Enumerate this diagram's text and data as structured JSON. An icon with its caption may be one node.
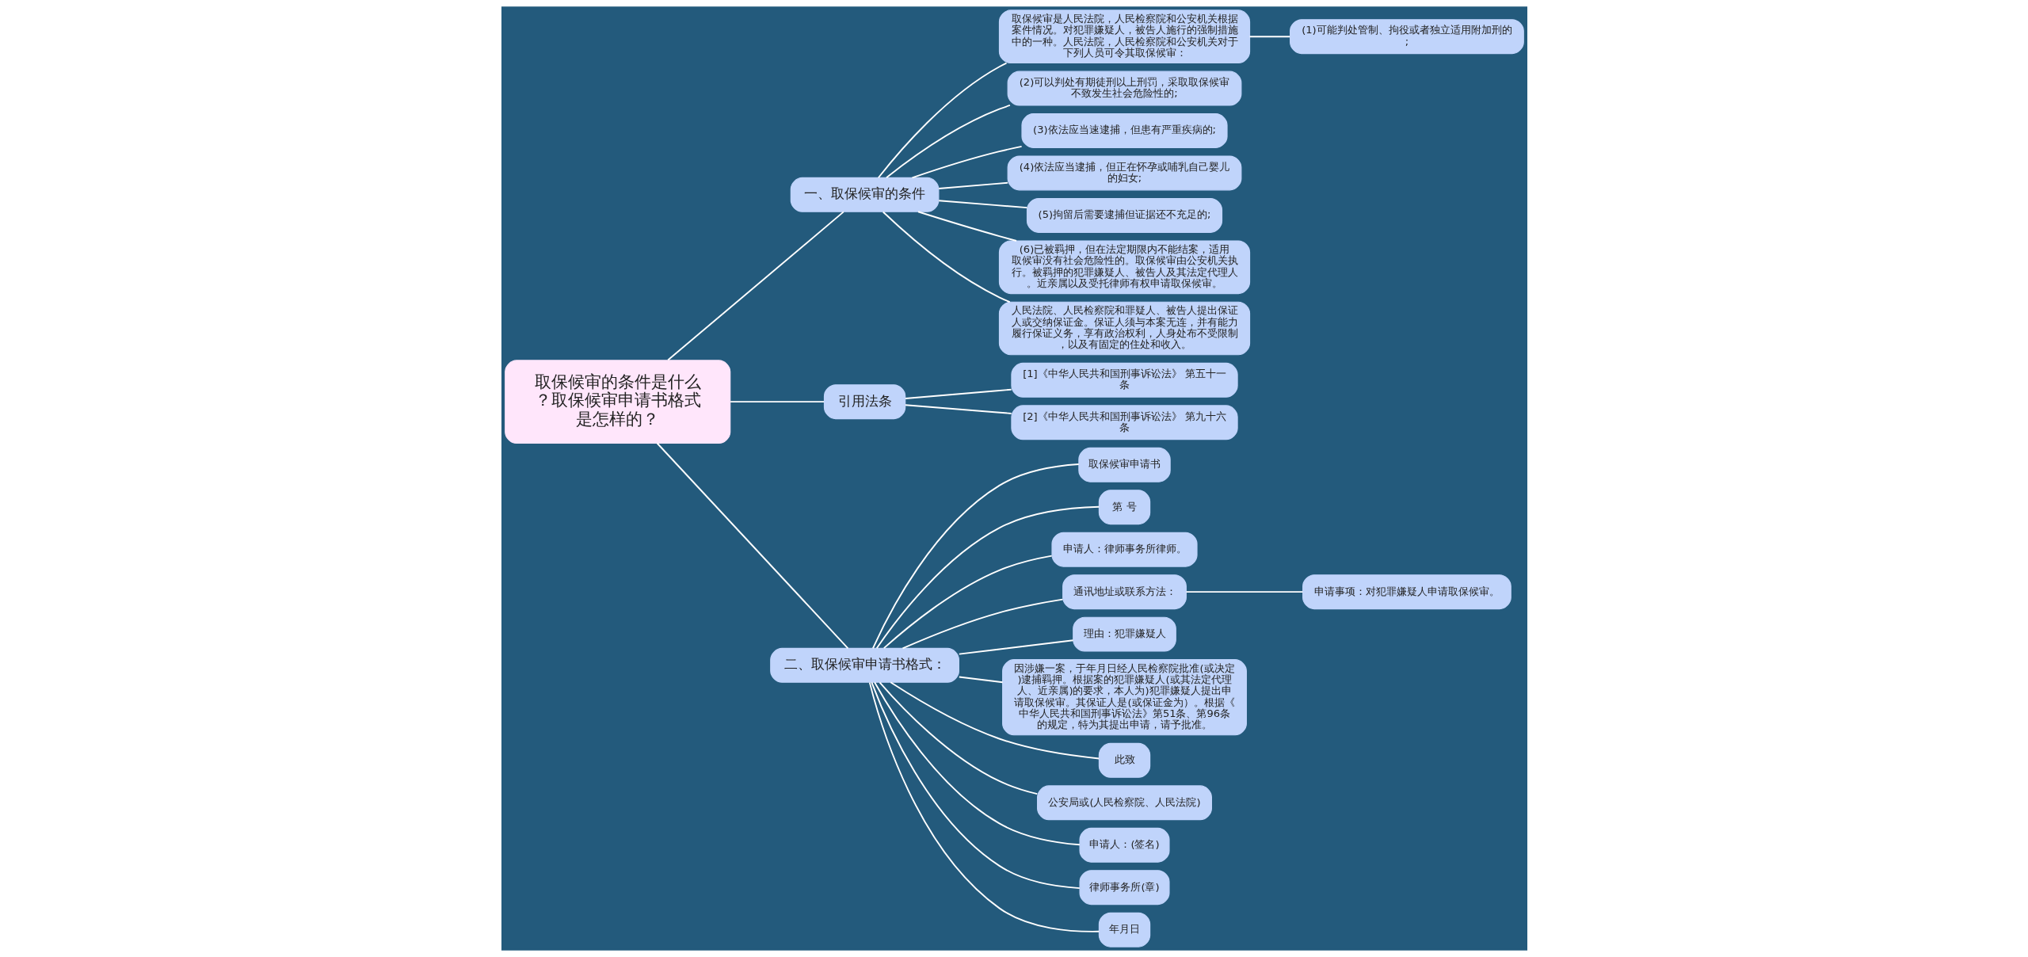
{
  "diagram": {
    "nodes": [
      {
        "text": [
          "取保候审的条件是什么？取保候审申请书格式是怎样的？"
        ]
      },
      {
        "text": [
          "一、取保候审的条件"
        ]
      },
      {
        "text": [
          "取保候审是人民法院，人民检察院和公安机关根据案件情况。对犯罪嫌疑人，被告人施行的强制措施中的一种。人民法院，人民检察院和公安机关对于下列人员可令其取保候审："
        ]
      },
      {
        "text": [
          "(1)可能判处管制、拘役或者独立适用附加刑的;"
        ]
      },
      {
        "text": [
          "(2)可以判处有期徒刑以上刑罚，采取取保候审不致发生社会危险性的;"
        ]
      },
      {
        "text": [
          "(3)依法应当速逮捕，但患有严重疾病的;"
        ]
      },
      {
        "text": [
          "(4)依法应当逮捕，但正在怀孕或哺乳自己婴儿的妇女;"
        ]
      },
      {
        "text": [
          "(5)拘留后需要逮捕但证据还不充足的;"
        ]
      },
      {
        "text": [
          "(6)已被羁押，但在法定期限内不能结案，适用取候审没有社会危险性的。取保候审由公安机关执行。被羁押的犯罪嫌疑人、被告人及其法定代理人。近亲属以及受托律师有权申请取保候审。"
        ]
      },
      {
        "text": [
          "人民法院、人民检察院和罪疑人、被告人提出保证人或交纳保证金。保证人须与本案无连，并有能力履行保证义务，享有政治权利，人身处布不受限制，以及有固定的住处和收入。"
        ]
      },
      {
        "text": [
          "引用法条"
        ]
      },
      {
        "text": [
          "[1]《中华人民共和国刑事诉讼法》 第五十一条"
        ]
      },
      {
        "text": [
          "[2]《中华人民共和国刑事诉讼法》 第九十六条"
        ]
      },
      {
        "text": [
          "二、取保候审申请书格式："
        ]
      },
      {
        "text": [
          "取保候审申请书"
        ]
      },
      {
        "text": [
          "第 号"
        ]
      },
      {
        "text": [
          "申请人：律师事务所律师。"
        ]
      },
      {
        "text": [
          "通讯地址或联系方法："
        ]
      },
      {
        "text": [
          "申请事项：对犯罪嫌疑人申请取保候审。"
        ]
      },
      {
        "text": [
          "理由：犯罪嫌疑人"
        ]
      },
      {
        "text": [
          "因涉嫌一案，于年月日经人民检察院批准(或决定)逮捕羁押。根据案的犯罪嫌疑人(或其法定代理人、近亲属)的要求，本人为)犯罪嫌疑人提出申请取保候审。其保证人是(或保证金为）。根据《中华人民共和国刑事诉讼法》第51条、第96条的规定，特为其提出申请，请予批准。"
        ]
      },
      {
        "text": [
          "此致"
        ]
      },
      {
        "text": [
          "公安局或(人民检察院、人民法院)"
        ]
      },
      {
        "text": [
          "申请人：(签名)"
        ]
      },
      {
        "text": [
          "律师事务所(章)"
        ]
      },
      {
        "text": [
          "年月日"
        ]
      }
    ],
    "edges": [
      {
        "from": 0,
        "to": 1,
        "arrow": "none"
      },
      {
        "from": 1,
        "to": 2,
        "arrow": "none"
      },
      {
        "from": 2,
        "to": 3,
        "arrow": "none"
      },
      {
        "from": 1,
        "to": 4,
        "arrow": "none"
      },
      {
        "from": 1,
        "to": 5,
        "arrow": "none"
      },
      {
        "from": 1,
        "to": 6,
        "arrow": "none"
      },
      {
        "from": 1,
        "to": 7,
        "arrow": "none"
      },
      {
        "from": 1,
        "to": 8,
        "arrow": "none"
      },
      {
        "from": 1,
        "to": 9,
        "arrow": "none"
      },
      {
        "from": 0,
        "to": 10,
        "arrow": "none"
      },
      {
        "from": 10,
        "to": 11,
        "arrow": "none"
      },
      {
        "from": 10,
        "to": 12,
        "arrow": "none"
      },
      {
        "from": 0,
        "to": 13,
        "arrow": "none"
      },
      {
        "from": 13,
        "to": 14,
        "arrow": "none"
      },
      {
        "from": 13,
        "to": 15,
        "arrow": "none"
      },
      {
        "from": 13,
        "to": 16,
        "arrow": "none"
      },
      {
        "from": 13,
        "to": 17,
        "arrow": "none"
      },
      {
        "from": 17,
        "to": 18,
        "arrow": "none"
      },
      {
        "from": 13,
        "to": 19,
        "arrow": "none"
      },
      {
        "from": 13,
        "to": 20,
        "arrow": "none"
      },
      {
        "from": 13,
        "to": 21,
        "arrow": "none"
      },
      {
        "from": 13,
        "to": 22,
        "arrow": "none"
      },
      {
        "from": 13,
        "to": 23,
        "arrow": "none"
      },
      {
        "from": 13,
        "to": 24,
        "arrow": "none"
      },
      {
        "from": 13,
        "to": 25,
        "arrow": "none"
      }
    ]
  }
}
